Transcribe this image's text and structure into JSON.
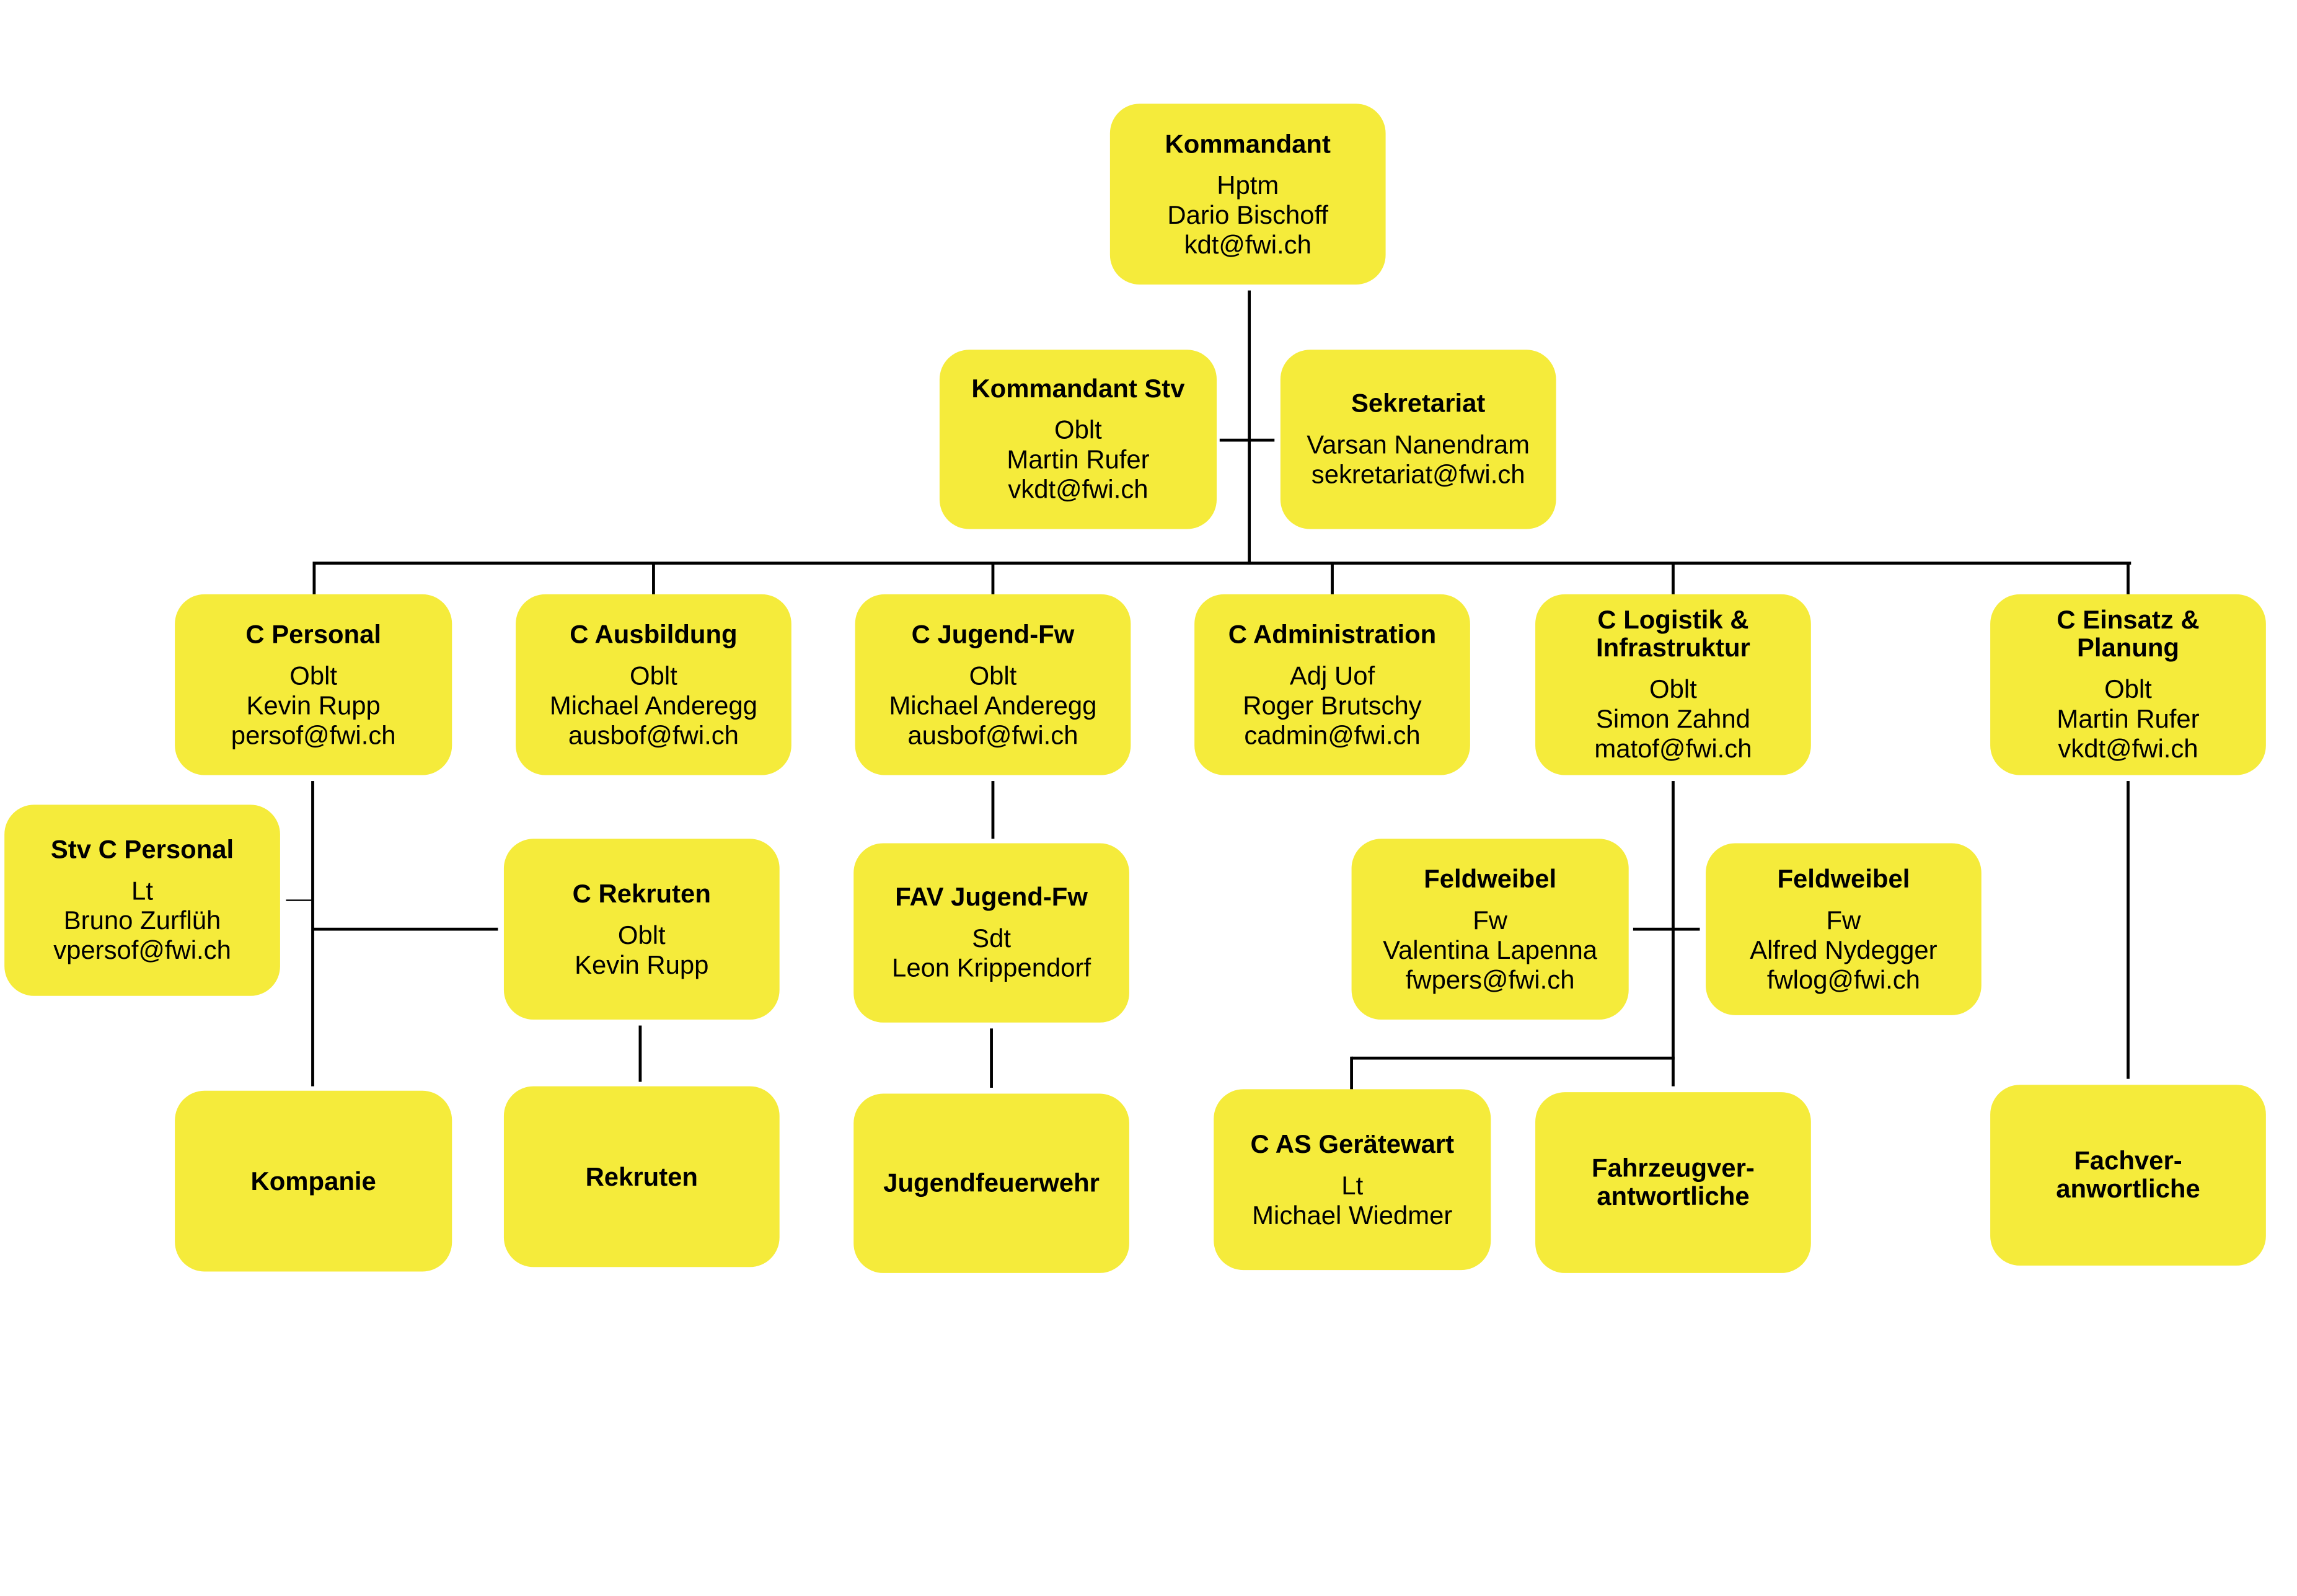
{
  "colors": {
    "box": "#f5eb3b",
    "line": "#000000"
  },
  "boxes": {
    "kdt": {
      "title": "Kommandant",
      "lines": [
        "Hptm",
        "Dario Bischoff",
        "kdt@fwi.ch"
      ]
    },
    "kstv": {
      "title": "Kommandant Stv",
      "lines": [
        "Oblt",
        "Martin Rufer",
        "vkdt@fwi.ch"
      ]
    },
    "sek": {
      "title": "Sekretariat",
      "lines": [
        "Varsan Nanendram",
        "sekretariat@fwi.ch"
      ]
    },
    "cpers": {
      "title": "C Personal",
      "lines": [
        "Oblt",
        "Kevin Rupp",
        "persof@fwi.ch"
      ]
    },
    "causb": {
      "title": "C Ausbildung",
      "lines": [
        "Oblt",
        "Michael Anderegg",
        "ausbof@fwi.ch"
      ]
    },
    "cjug": {
      "title": "C Jugend-Fw",
      "lines": [
        "Oblt",
        "Michael Anderegg",
        "ausbof@fwi.ch"
      ]
    },
    "cadm": {
      "title": "C Administration",
      "lines": [
        "Adj Uof",
        "Roger Brutschy",
        "cadmin@fwi.ch"
      ]
    },
    "clog": {
      "title": "C Logistik &\nInfrastruktur",
      "lines": [
        "Oblt",
        "Simon Zahnd",
        "matof@fwi.ch"
      ]
    },
    "ceins": {
      "title": "C Einsatz &\nPlanung",
      "lines": [
        "Oblt",
        "Martin Rufer",
        "vkdt@fwi.ch"
      ]
    },
    "stv": {
      "title": "Stv C Personal",
      "lines": [
        "Lt",
        "Bruno Zurflüh",
        "vpersof@fwi.ch"
      ]
    },
    "crek": {
      "title": "C Rekruten",
      "lines": [
        "Oblt",
        "Kevin Rupp"
      ]
    },
    "fav": {
      "title": "FAV Jugend-Fw",
      "lines": [
        "Sdt",
        "Leon Krippendorf"
      ]
    },
    "fw1": {
      "title": "Feldweibel",
      "lines": [
        "Fw",
        "Valentina Lapenna",
        "fwpers@fwi.ch"
      ]
    },
    "fw2": {
      "title": "Feldweibel",
      "lines": [
        "Fw",
        "Alfred Nydegger",
        "fwlog@fwi.ch"
      ]
    },
    "komp": {
      "title": "Kompanie",
      "lines": []
    },
    "rekr": {
      "title": "Rekruten",
      "lines": []
    },
    "jug": {
      "title": "Jugendfeuerwehr",
      "lines": []
    },
    "cas": {
      "title": "C AS Gerätewart",
      "lines": [
        "Lt",
        "Michael Wiedmer"
      ]
    },
    "fahr": {
      "title": "Fahrzeugver-\nantwortliche",
      "lines": []
    },
    "fach": {
      "title": "Fachver-\nanwortliche",
      "lines": []
    }
  }
}
